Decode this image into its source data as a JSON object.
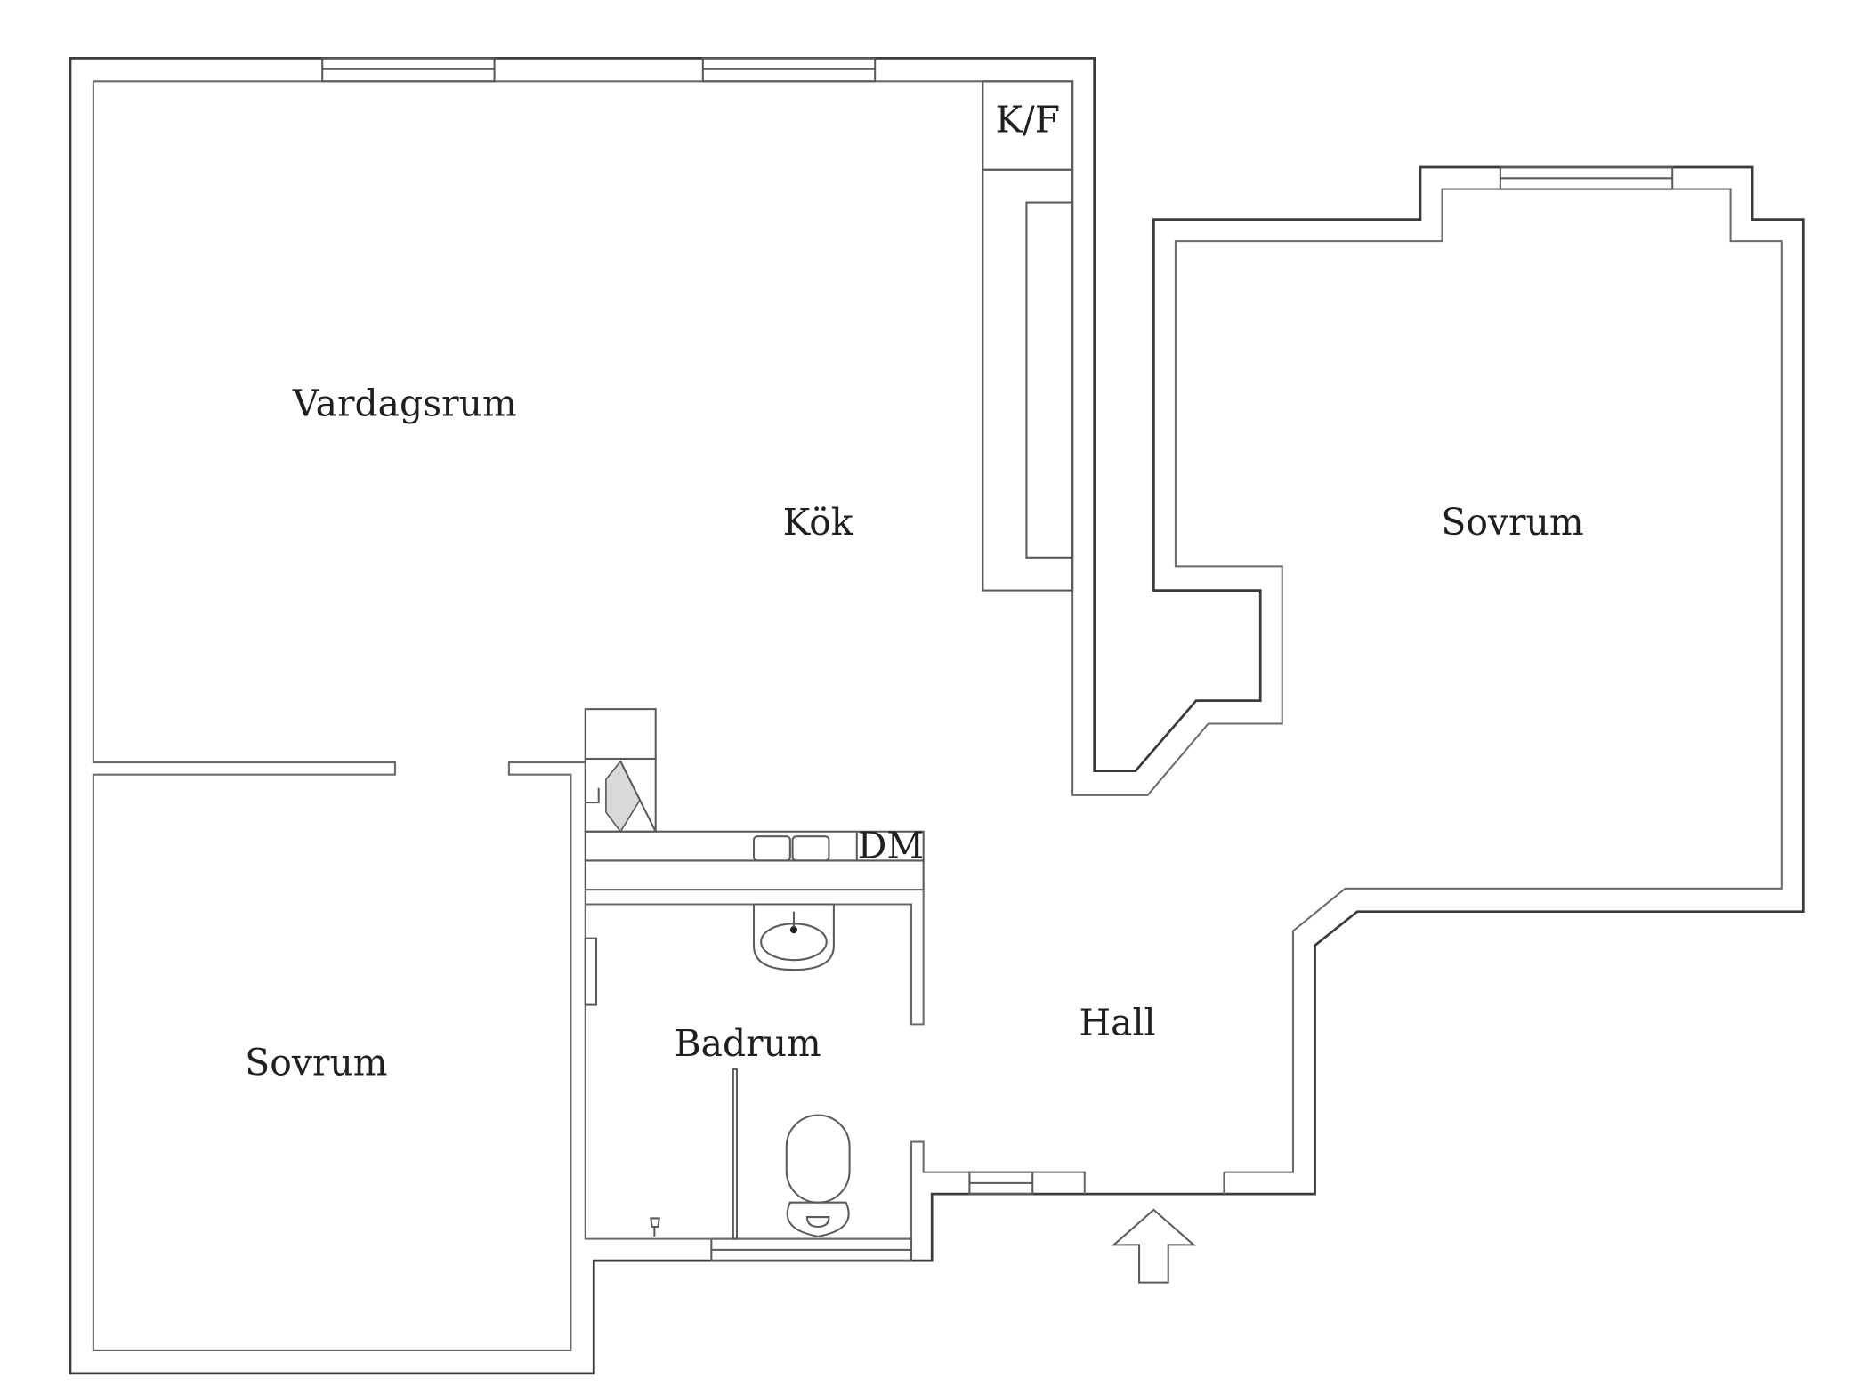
{
  "rooms": {
    "vardagsrum": "Vardagsrum",
    "kok": "Kök",
    "sovrum_right": "Sovrum",
    "sovrum_left": "Sovrum",
    "badrum": "Badrum",
    "hall": "Hall"
  },
  "fixtures": {
    "kf": "K/F",
    "dm": "DM"
  },
  "entrance": {
    "icon": "entrance-arrow-icon"
  }
}
